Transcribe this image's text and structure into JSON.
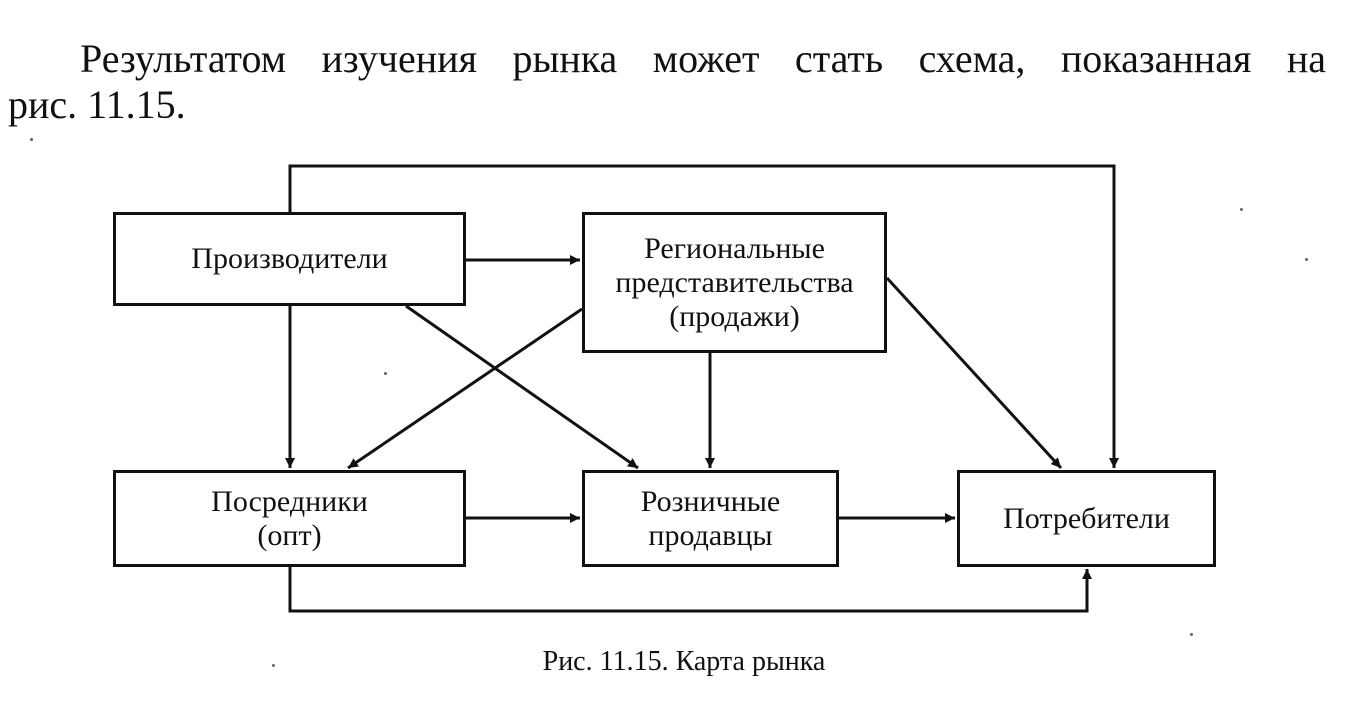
{
  "text": {
    "paragraph_line_1": "Результатом изучения рынка может стать схема, показанная на",
    "paragraph_line_2": "рис. 11.15."
  },
  "diagram": {
    "nodes": {
      "producers": "Производители",
      "regional_offices": "Региональные\nпредставительства\n(продажи)",
      "intermediaries": "Посредники\n(опт)",
      "retailers": "Розничные\nпродавцы",
      "consumers": "Потребители"
    },
    "edges": [
      {
        "from": "producers",
        "to": "regional_offices"
      },
      {
        "from": "producers",
        "to": "intermediaries"
      },
      {
        "from": "producers",
        "to": "retailers"
      },
      {
        "from": "producers",
        "to": "consumers"
      },
      {
        "from": "regional_offices",
        "to": "intermediaries"
      },
      {
        "from": "regional_offices",
        "to": "retailers"
      },
      {
        "from": "regional_offices",
        "to": "consumers"
      },
      {
        "from": "intermediaries",
        "to": "retailers"
      },
      {
        "from": "intermediaries",
        "to": "consumers"
      },
      {
        "from": "retailers",
        "to": "consumers"
      }
    ],
    "line_color": "#111111"
  },
  "caption": "Рис. 11.15. Карта рынка"
}
